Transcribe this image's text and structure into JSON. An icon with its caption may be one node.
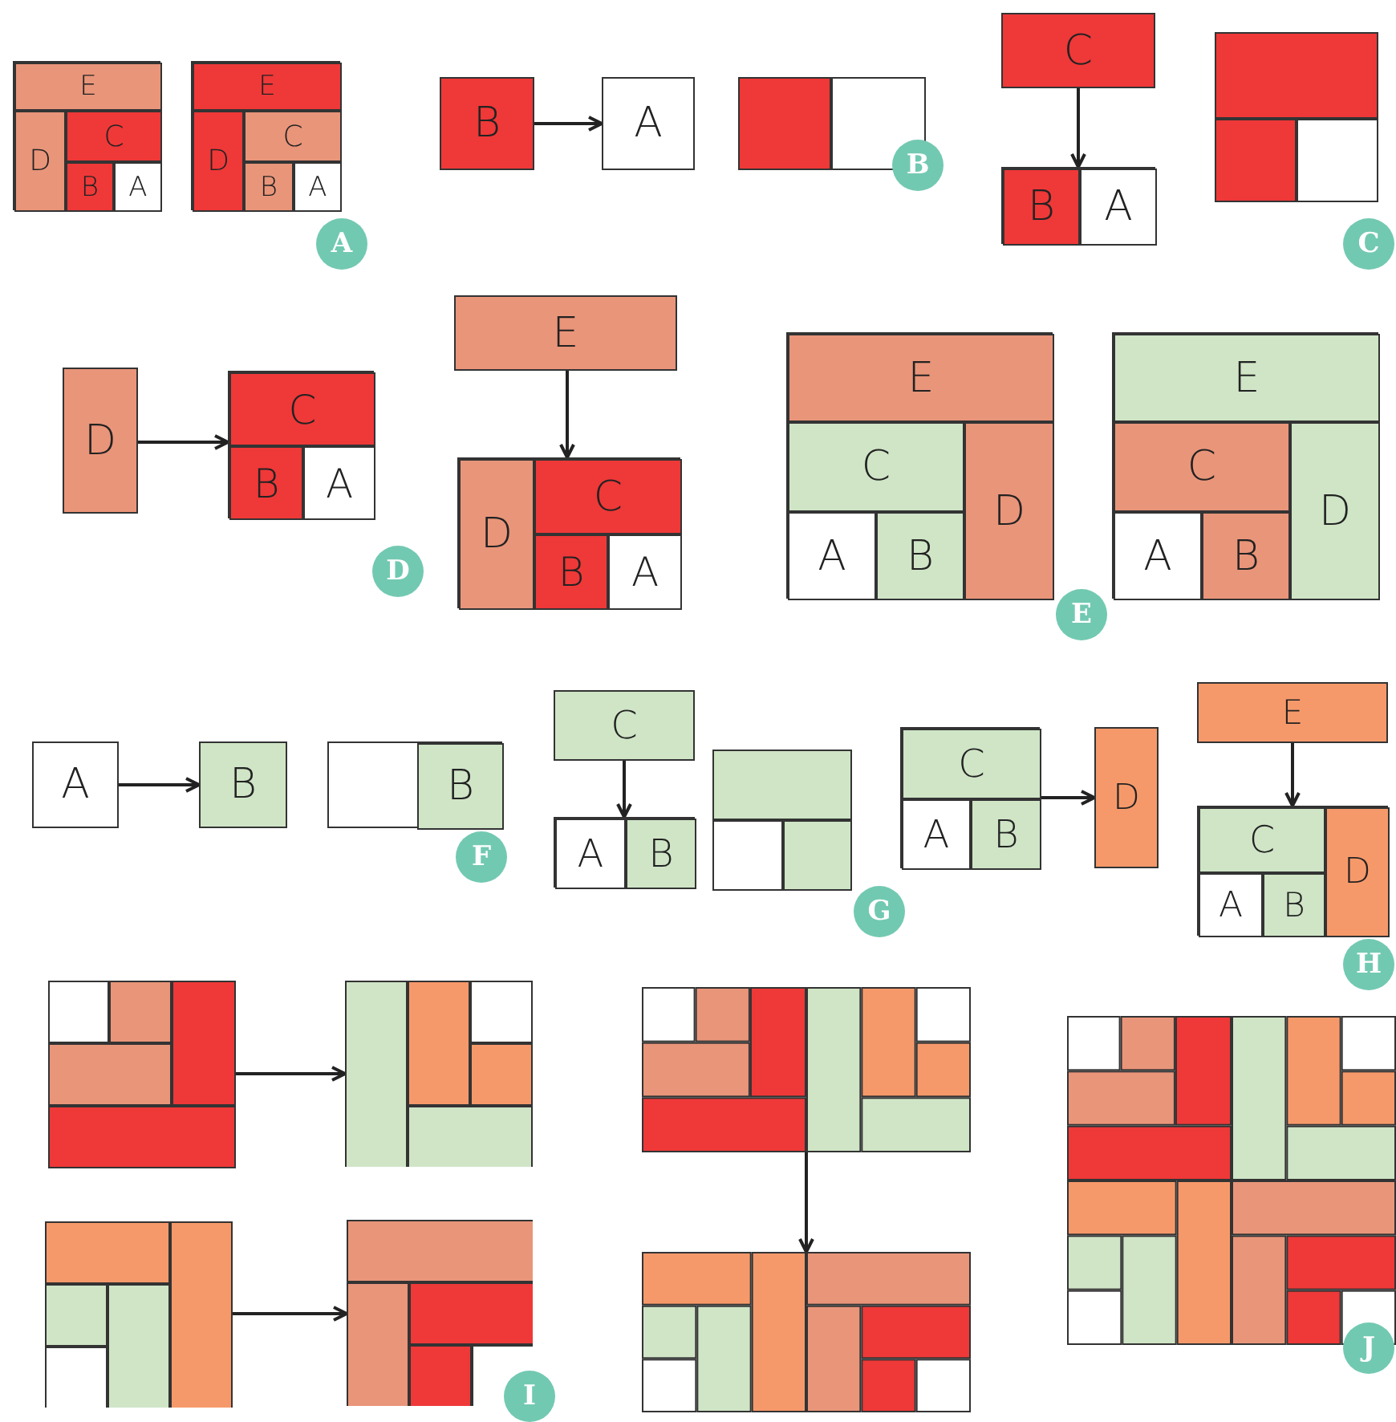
{
  "diagram": {
    "nodes": [
      {
        "text": [],
        "shape": "box"
      },
      {
        "text": [
          "E"
        ],
        "in": 0
      },
      {
        "text": [
          "D"
        ],
        "in": 0
      },
      {
        "text": [
          "C"
        ],
        "in": 0
      },
      {
        "text": [
          "B"
        ],
        "in": 0
      },
      {
        "text": [
          "A"
        ],
        "in": 0
      },
      {
        "text": [],
        "shape": "box"
      },
      {
        "text": [
          "E"
        ],
        "in": 6
      },
      {
        "text": [
          "D"
        ],
        "in": 6
      },
      {
        "text": [
          "C"
        ],
        "in": 6
      },
      {
        "text": [
          "B"
        ],
        "in": 6
      },
      {
        "text": [
          "A"
        ],
        "in": 6
      },
      {
        "text": [
          "A"
        ]
      },
      {
        "text": [
          "B"
        ]
      },
      {
        "text": [
          "A"
        ]
      },
      {
        "text": [],
        "shape": "box"
      },
      {
        "text": [
          "B"
        ]
      },
      {
        "text": [
          "C"
        ]
      },
      {
        "text": [],
        "shape": "box"
      },
      {
        "text": [
          "B"
        ],
        "in": 18
      },
      {
        "text": [
          "A"
        ],
        "in": 18
      },
      {
        "text": [],
        "shape": "box"
      },
      {
        "text": [
          "C"
        ]
      },
      {
        "text": [
          "D"
        ]
      },
      {
        "text": [],
        "shape": "box"
      },
      {
        "text": [
          "C"
        ],
        "in": 24
      },
      {
        "text": [
          "B"
        ],
        "in": 24
      },
      {
        "text": [
          "A"
        ],
        "in": 24
      },
      {
        "text": [
          "E"
        ]
      },
      {
        "text": [],
        "shape": "box"
      },
      {
        "text": [
          "D"
        ],
        "in": 29
      },
      {
        "text": [
          "C"
        ],
        "in": 29
      },
      {
        "text": [
          "B"
        ],
        "in": 29
      },
      {
        "text": [
          "A"
        ],
        "in": 29
      },
      {
        "text": [
          "D"
        ]
      },
      {
        "text": [],
        "shape": "box"
      },
      {
        "text": [
          "E"
        ],
        "in": 35
      },
      {
        "text": [
          "C"
        ],
        "in": 35
      },
      {
        "text": [
          "D"
        ],
        "in": 35
      },
      {
        "text": [
          "A"
        ],
        "in": 35
      },
      {
        "text": [
          "B"
        ],
        "in": 35
      },
      {
        "text": [],
        "shape": "box"
      },
      {
        "text": [
          "E"
        ],
        "in": 41
      },
      {
        "text": [
          "C"
        ],
        "in": 41
      },
      {
        "text": [
          "D"
        ],
        "in": 41
      },
      {
        "text": [
          "A"
        ],
        "in": 41
      },
      {
        "text": [
          "B"
        ],
        "in": 41
      },
      {
        "text": [
          "E"
        ]
      },
      {
        "text": [
          "A"
        ]
      },
      {
        "text": [
          "B"
        ]
      },
      {
        "text": [],
        "shape": "box"
      },
      {
        "text": [
          "B"
        ],
        "in": 50
      },
      {
        "text": [
          "F"
        ]
      },
      {
        "text": [
          "C"
        ]
      },
      {
        "text": [],
        "shape": "box"
      },
      {
        "text": [
          "A"
        ],
        "in": 54
      },
      {
        "text": [
          "B"
        ],
        "in": 54
      },
      {
        "text": [],
        "shape": "box"
      },
      {
        "text": [
          "G"
        ]
      },
      {
        "text": [],
        "shape": "box"
      },
      {
        "text": [
          "C"
        ],
        "in": 59
      },
      {
        "text": [
          "A"
        ],
        "in": 59
      },
      {
        "text": [
          "B"
        ],
        "in": 59
      },
      {
        "text": [
          "D"
        ]
      },
      {
        "text": [
          "E"
        ]
      },
      {
        "text": [],
        "shape": "box"
      },
      {
        "text": [
          "C"
        ],
        "in": 65
      },
      {
        "text": [
          "D"
        ],
        "in": 65
      },
      {
        "text": [
          "A"
        ],
        "in": 65
      },
      {
        "text": [
          "B"
        ],
        "in": 65
      },
      {
        "text": [
          "H"
        ]
      },
      {
        "text": [],
        "shape": "box"
      },
      {
        "text": [],
        "shape": "box"
      },
      {
        "text": [],
        "shape": "box"
      },
      {
        "text": [],
        "shape": "box"
      },
      {
        "text": [
          "I"
        ]
      },
      {
        "text": [],
        "shape": "box"
      },
      {
        "text": [],
        "shape": "box"
      },
      {
        "text": [],
        "shape": "box"
      },
      {
        "text": [
          "J"
        ]
      }
    ],
    "edges": [
      {
        "from": 13,
        "to": 14,
        "arrow": "to"
      },
      {
        "from": 17,
        "to": 18,
        "arrow": "to"
      },
      {
        "from": 23,
        "to": 24,
        "arrow": "to"
      },
      {
        "from": 28,
        "to": 29,
        "arrow": "to"
      },
      {
        "from": 48,
        "to": 49,
        "arrow": "to"
      },
      {
        "from": 53,
        "to": 54,
        "arrow": "to"
      },
      {
        "from": 59,
        "to": 63,
        "arrow": "to"
      },
      {
        "from": 64,
        "to": 65,
        "arrow": "to"
      },
      {
        "from": 71,
        "to": 72,
        "arrow": "to"
      },
      {
        "from": 73,
        "to": 74,
        "arrow": "to"
      },
      {
        "from": 76,
        "to": 77,
        "arrow": "to"
      }
    ]
  }
}
